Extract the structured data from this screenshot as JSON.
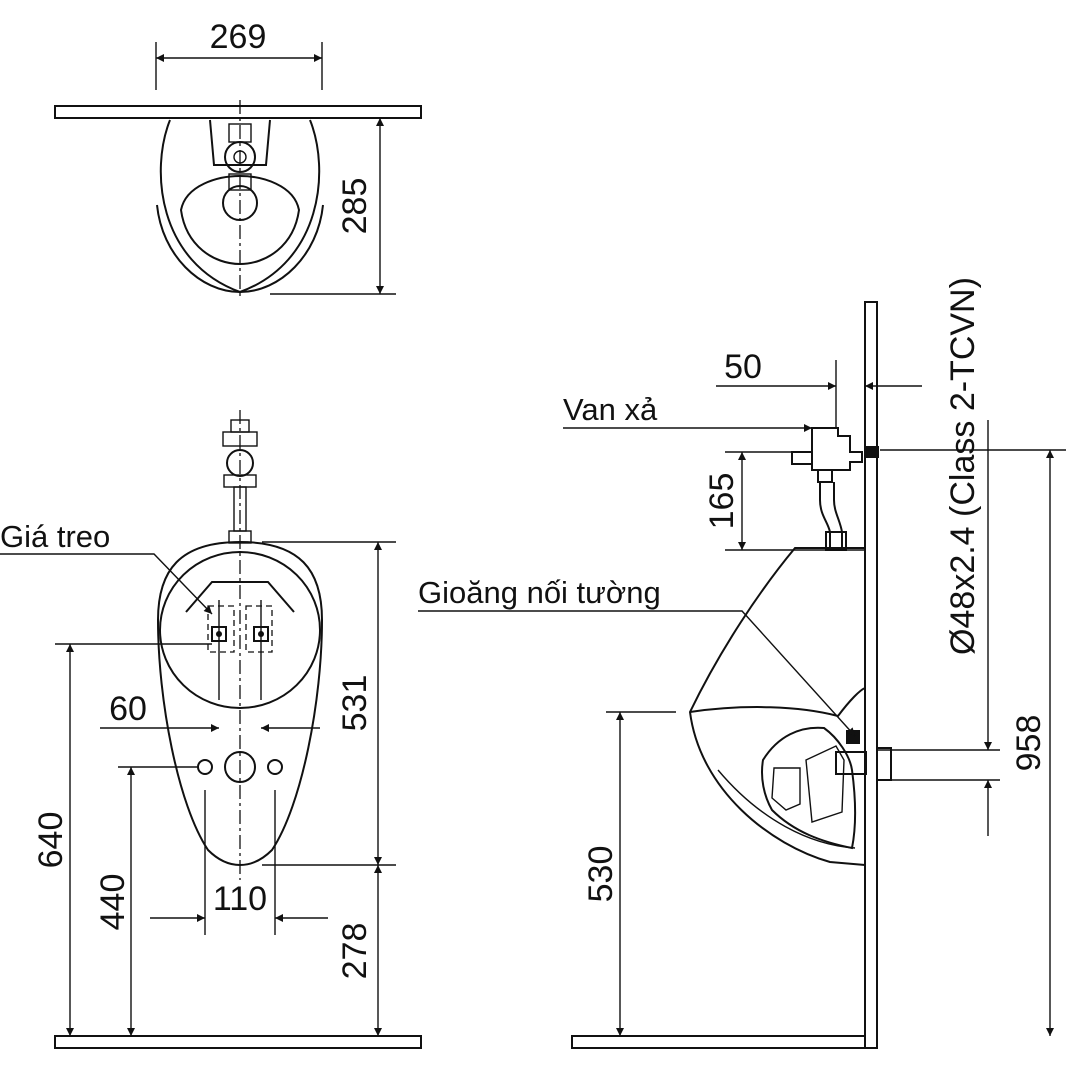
{
  "top_view": {
    "width_dim": "269",
    "depth_dim": "285"
  },
  "front_view": {
    "label_bracket": "Giá treo",
    "height_dim": "531",
    "bracket_spacing_dim": "60",
    "bracket_height_dim": "640",
    "outlet_height_dim": "440",
    "outlet_spacing_dim": "110",
    "bottom_height_dim": "278"
  },
  "side_view": {
    "label_valve": "Van xả",
    "label_gasket": "Gioăng nối tường",
    "wall_offset_dim": "50",
    "valve_height_dim": "165",
    "pipe_spec": "Ø48x2.4 (Class 2-TCVN)",
    "rim_height_dim": "530",
    "total_height_dim": "958"
  }
}
